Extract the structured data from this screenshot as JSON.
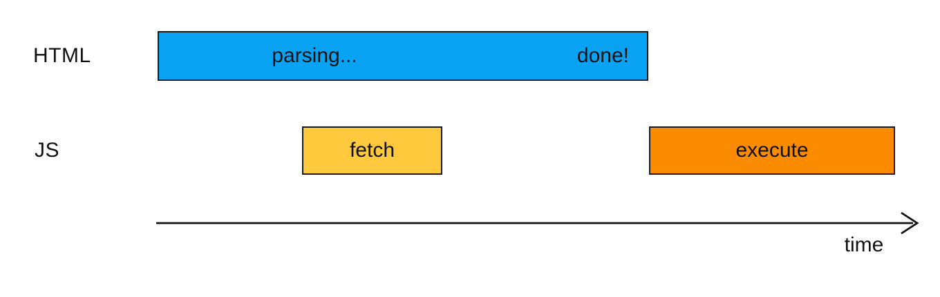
{
  "diagram": {
    "title_hint": "HTML parsing vs JS fetch and execute over time",
    "rows": {
      "html": {
        "label": "HTML",
        "bar": {
          "label": "parsing...",
          "end_label": "done!",
          "color": "#0aa2f2"
        }
      },
      "js": {
        "label": "JS",
        "bars": [
          {
            "label": "fetch",
            "color": "#ffc93d"
          },
          {
            "label": "execute",
            "color": "#fb8b00"
          }
        ]
      }
    },
    "axis": {
      "label": "time"
    },
    "colors": {
      "parsing_bar": "#0aa2f2",
      "fetch_bar": "#ffc93d",
      "execute_bar": "#fb8b00",
      "bar_border": "#1b1b1b",
      "text": "#111111",
      "background": "#ffffff"
    }
  }
}
